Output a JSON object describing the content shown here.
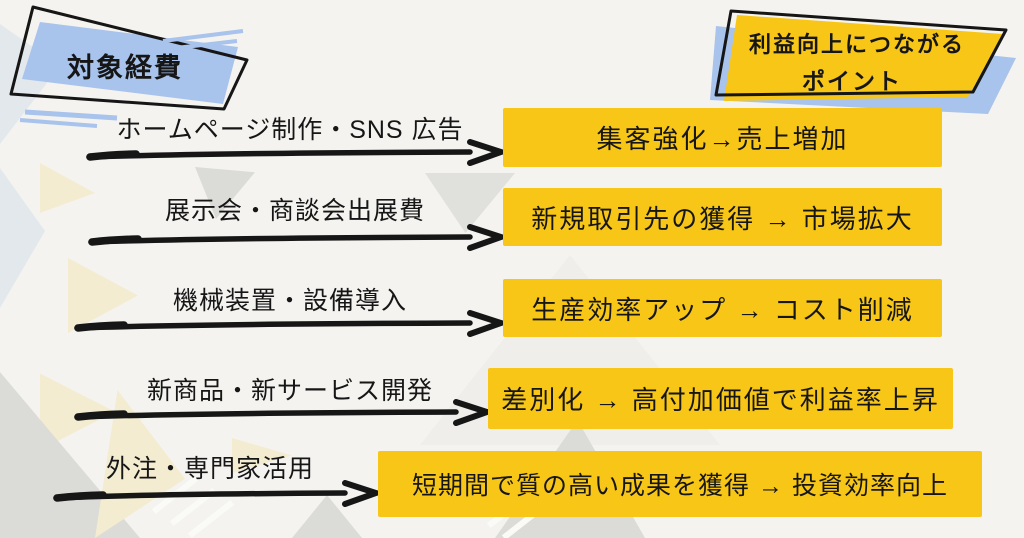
{
  "left_header": {
    "label": "対象経費"
  },
  "right_header": {
    "label_line1": "利益向上につながる",
    "label_line2": "ポイント"
  },
  "rows": [
    {
      "expense": "ホームページ制作・SNS 広告",
      "point": "集客強化→売上増加"
    },
    {
      "expense": "展示会・商談会出展費",
      "point": "新規取引先の獲得 → 市場拡大"
    },
    {
      "expense": "機械装置・設備導入",
      "point": "生産効率アップ → コスト削減"
    },
    {
      "expense": "新商品・新サービス開発",
      "point": "差別化 → 高付加価値で利益率上昇"
    },
    {
      "expense": "外注・専門家活用",
      "point": "短期間で質の高い成果を獲得 → 投資効率向上"
    }
  ],
  "colors": {
    "accent_yellow": "#f7c617",
    "accent_blue": "#a8c3ec",
    "ink": "#161616",
    "background": "#f4f3f0"
  }
}
